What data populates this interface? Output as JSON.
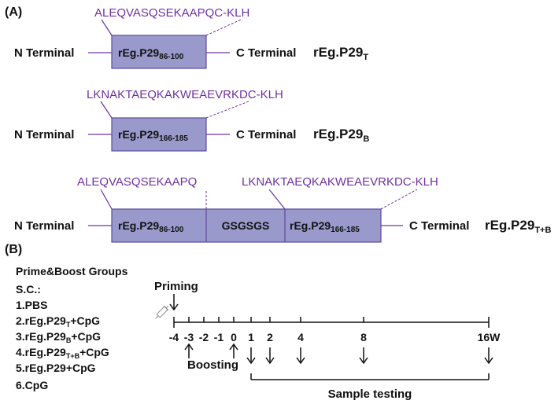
{
  "panel_a": {
    "label": "(A)",
    "n_terminal": "N Terminal",
    "c_terminal": "C Terminal",
    "construct_t": {
      "peptide": "ALEQVASQSEKAAPQC-KLH",
      "box_main": "rEg.P29",
      "box_sub": "86-100",
      "name_main": "rEg.P29",
      "name_sub": "T"
    },
    "construct_b": {
      "peptide": "LKNAKTAEQKAKWEAEVRKDC-KLH",
      "box_main": "rEg.P29",
      "box_sub": "166-185",
      "name_main": "rEg.P29",
      "name_sub": "B"
    },
    "construct_tb": {
      "peptide_left": "ALEQVASQSEKAAPQ",
      "peptide_right": "LKNAKTAEQKAKWEAEVRKDC-KLH",
      "box1_main": "rEg.P29",
      "box1_sub": "86-100",
      "linker": "GSGSGS",
      "box3_main": "rEg.P29",
      "box3_sub": "166-185",
      "name_main": "rEg.P29",
      "name_sub": "T+B"
    }
  },
  "panel_b": {
    "label": "(B)",
    "groups_title": "Prime&Boost Groups",
    "route": "S.C.:",
    "groups": [
      {
        "main": "1.PBS",
        "sub": "",
        "suffix": ""
      },
      {
        "main": "2.rEg.P29",
        "sub": "T",
        "suffix": "+CpG"
      },
      {
        "main": "3.rEg.P29",
        "sub": "B",
        "suffix": "+CpG"
      },
      {
        "main": "4.rEg.P29",
        "sub": "T+B",
        "suffix": "+CpG"
      },
      {
        "main": "5.rEg.P29+CpG",
        "sub": "",
        "suffix": ""
      },
      {
        "main": "6.CpG",
        "sub": "",
        "suffix": ""
      }
    ],
    "priming": "Priming",
    "boosting": "Boosting",
    "sample_testing": "Sample testing",
    "timeline_ticks": [
      "-4",
      "-3",
      "-2",
      "-1",
      "0",
      "1",
      "2",
      "4",
      "8",
      "16W"
    ],
    "syringe_icon": "syringe-icon"
  }
}
